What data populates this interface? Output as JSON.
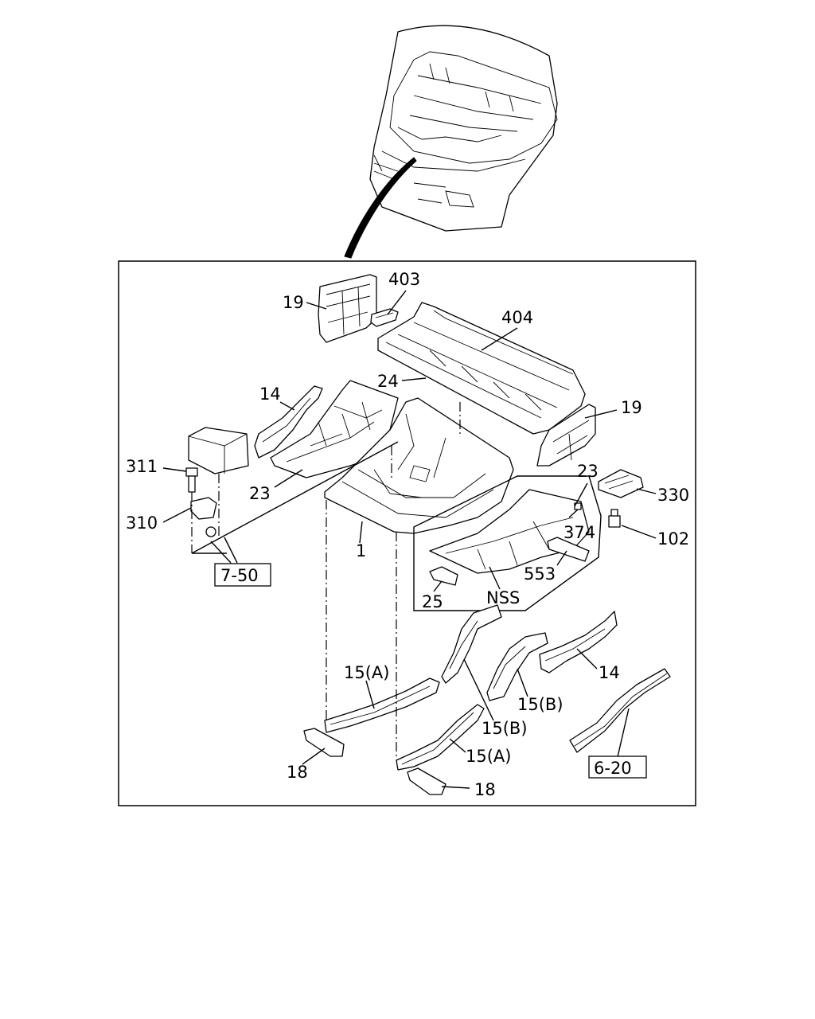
{
  "callouts": {
    "p403": "403",
    "p19_top": "19",
    "p404": "404",
    "p24": "24",
    "p14_left": "14",
    "p19_right": "19",
    "p311": "311",
    "p23_left": "23",
    "p23_right": "23",
    "p330": "330",
    "p310": "310",
    "p374": "374",
    "p102": "102",
    "p1": "1",
    "p553": "553",
    "p7_50": "7-50",
    "p25": "25",
    "p_nss": "NSS",
    "p14_right": "14",
    "p15a_left": "15(A)",
    "p15b_right": "15(B)",
    "p15b_mid": "15(B)",
    "p15a_mid": "15(A)",
    "p18_left": "18",
    "p6_20": "6-20",
    "p18_right": "18"
  }
}
